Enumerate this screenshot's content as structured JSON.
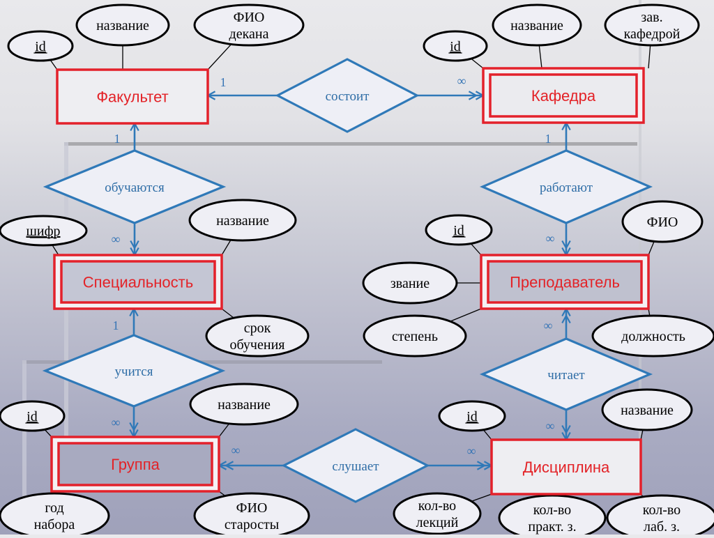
{
  "colors": {
    "entity_border": "#e3212b",
    "entity_text": "#e32227",
    "relationship_border": "#2f79b8",
    "relationship_text": "#2e6da6",
    "relationship_fill": "#eeeff6",
    "attribute_border": "#000000",
    "attribute_fill": "#efeff5",
    "connector": "#2f79b8",
    "cardinality_text": "#3674b5"
  },
  "entities": [
    {
      "id": "faculty",
      "label": "Факультет",
      "weak": false
    },
    {
      "id": "department",
      "label": "Кафедра",
      "weak": true
    },
    {
      "id": "specialty",
      "label": "Специальность",
      "weak": true
    },
    {
      "id": "teacher",
      "label": "Преподаватель",
      "weak": true
    },
    {
      "id": "group",
      "label": "Группа",
      "weak": true
    },
    {
      "id": "discipline",
      "label": "Дисциплина",
      "weak": false
    }
  ],
  "relationships": [
    {
      "id": "consists",
      "label": "состоит"
    },
    {
      "id": "study",
      "label": "обучаются"
    },
    {
      "id": "work",
      "label": "работают"
    },
    {
      "id": "learns",
      "label": "учится"
    },
    {
      "id": "reads",
      "label": "читает"
    },
    {
      "id": "listens",
      "label": "слушает"
    }
  ],
  "attributes": {
    "faculty": [
      {
        "lines": [
          "id"
        ],
        "key": true
      },
      {
        "lines": [
          "название"
        ],
        "key": false
      },
      {
        "lines": [
          "ФИО",
          "декана"
        ],
        "key": false
      }
    ],
    "department": [
      {
        "lines": [
          "id"
        ],
        "key": true
      },
      {
        "lines": [
          "название"
        ],
        "key": false
      },
      {
        "lines": [
          "зав.",
          "кафедрой"
        ],
        "key": false
      }
    ],
    "specialty": [
      {
        "lines": [
          "шифр"
        ],
        "key": true
      },
      {
        "lines": [
          "название"
        ],
        "key": false
      },
      {
        "lines": [
          "срок",
          "обучения"
        ],
        "key": false
      }
    ],
    "teacher": [
      {
        "lines": [
          "id"
        ],
        "key": true
      },
      {
        "lines": [
          "ФИО"
        ],
        "key": false
      },
      {
        "lines": [
          "звание"
        ],
        "key": false
      },
      {
        "lines": [
          "степень"
        ],
        "key": false
      },
      {
        "lines": [
          "должность"
        ],
        "key": false
      }
    ],
    "group": [
      {
        "lines": [
          "id"
        ],
        "key": true
      },
      {
        "lines": [
          "название"
        ],
        "key": false
      },
      {
        "lines": [
          "год",
          "набора"
        ],
        "key": false
      },
      {
        "lines": [
          "ФИО",
          "старосты"
        ],
        "key": false
      }
    ],
    "discipline": [
      {
        "lines": [
          "id"
        ],
        "key": true
      },
      {
        "lines": [
          "название"
        ],
        "key": false
      },
      {
        "lines": [
          "кол-во",
          "лекций"
        ],
        "key": false
      },
      {
        "lines": [
          "кол-во",
          "практ. з."
        ],
        "key": false
      },
      {
        "lines": [
          "кол-во",
          "лаб. з."
        ],
        "key": false
      }
    ]
  },
  "links": [
    {
      "relationship": "consists",
      "entity": "faculty",
      "cardinality": "1"
    },
    {
      "relationship": "consists",
      "entity": "department",
      "cardinality": "∞"
    },
    {
      "relationship": "study",
      "entity": "faculty",
      "cardinality": "1"
    },
    {
      "relationship": "study",
      "entity": "specialty",
      "cardinality": "∞"
    },
    {
      "relationship": "work",
      "entity": "department",
      "cardinality": "1"
    },
    {
      "relationship": "work",
      "entity": "teacher",
      "cardinality": "∞"
    },
    {
      "relationship": "learns",
      "entity": "specialty",
      "cardinality": "1"
    },
    {
      "relationship": "learns",
      "entity": "group",
      "cardinality": "∞"
    },
    {
      "relationship": "reads",
      "entity": "teacher",
      "cardinality": "∞"
    },
    {
      "relationship": "reads",
      "entity": "discipline",
      "cardinality": "∞"
    },
    {
      "relationship": "listens",
      "entity": "group",
      "cardinality": "∞"
    },
    {
      "relationship": "listens",
      "entity": "discipline",
      "cardinality": "∞"
    }
  ]
}
